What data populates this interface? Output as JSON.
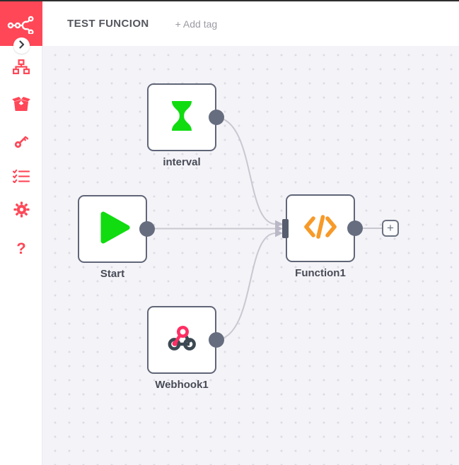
{
  "topbar": {
    "title": "TEST FUNCION",
    "add_tag_label": "+ Add tag"
  },
  "sidebar": {
    "logo_icon": "n8n-nodes-logo-icon",
    "collapse_icon": "chevron-right-icon",
    "icons": [
      {
        "name": "sitemap-icon"
      },
      {
        "name": "open-box-icon"
      },
      {
        "name": "key-icon"
      },
      {
        "name": "checklist-icon"
      },
      {
        "name": "gear-icon"
      },
      {
        "name": "question-mark-icon",
        "glyph": "?"
      }
    ]
  },
  "canvas": {
    "nodes": [
      {
        "id": "interval",
        "label": "interval",
        "icon": "hourglass-icon",
        "icon_color": "#10dc10",
        "has_input": false,
        "has_output": true
      },
      {
        "id": "start",
        "label": "Start",
        "icon": "play-icon",
        "icon_color": "#10dc10",
        "has_input": false,
        "has_output": true
      },
      {
        "id": "function1",
        "label": "Function1",
        "icon": "code-brackets-icon",
        "icon_color": "#f79a28",
        "has_input": true,
        "has_output": true
      },
      {
        "id": "webhook1",
        "label": "Webhook1",
        "icon": "webhook-icon",
        "icon_color": "#3c4952",
        "icon_accent": "#ff2e63",
        "has_input": false,
        "has_output": true
      }
    ],
    "connections": [
      {
        "from": "interval",
        "to": "function1"
      },
      {
        "from": "start",
        "to": "function1"
      },
      {
        "from": "webhook1",
        "to": "function1"
      }
    ],
    "add_node_button_label": "+"
  },
  "colors": {
    "accent_red": "#ff4757",
    "node_green": "#10dc10",
    "function_orange": "#f79a28",
    "webhook_pink": "#ff2e63",
    "webhook_slate": "#3c4952",
    "node_border": "#606678",
    "port_fill": "#666d7f",
    "connector_gray": "#c9c8d2",
    "canvas_bg": "#f4f3f7",
    "canvas_dot": "#dcdae4",
    "title_text": "#54565e",
    "muted_text": "#9b9ba3"
  }
}
